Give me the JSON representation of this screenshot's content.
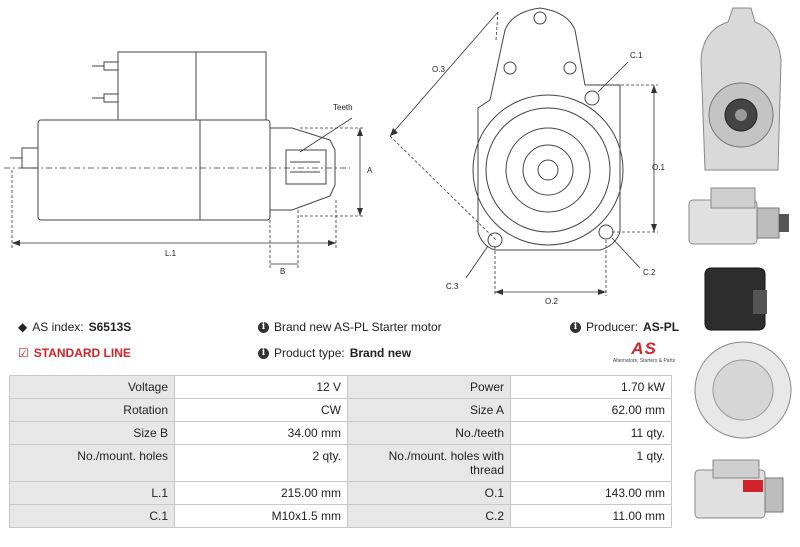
{
  "drawing": {
    "labels": {
      "teeth": "Teeth",
      "a": "A",
      "b": "B",
      "l1": "L.1",
      "o3": "O.3",
      "c1": "C.1",
      "o1": "O.1",
      "o2": "O.2",
      "c2": "C.2",
      "c3": "C.3"
    }
  },
  "info": {
    "index_label": "AS index:",
    "index_value": "S6513S",
    "standard_line": "STANDARD LINE",
    "description": "Brand new AS-PL Starter motor",
    "product_type_label": "Product type:",
    "product_type_value": "Brand new",
    "producer_label": "Producer:",
    "producer_value": "AS-PL",
    "logo_text": "AS",
    "logo_tagline": "Alternators, Starters & Parts"
  },
  "specs": [
    {
      "l1": "Voltage",
      "v1": "12 V",
      "l2": "Power",
      "v2": "1.70 kW"
    },
    {
      "l1": "Rotation",
      "v1": "CW",
      "l2": "Size A",
      "v2": "62.00 mm"
    },
    {
      "l1": "Size B",
      "v1": "34.00 mm",
      "l2": "No./teeth",
      "v2": "11 qty."
    },
    {
      "l1": "No./mount. holes",
      "v1": "2 qty.",
      "l2": "No./mount. holes with thread",
      "v2": "1 qty."
    },
    {
      "l1": "L.1",
      "v1": "215.00 mm",
      "l2": "O.1",
      "v2": "143.00 mm"
    },
    {
      "l1": "C.1",
      "v1": "M10x1.5 mm",
      "l2": "C.2",
      "v2": "11.00 mm"
    }
  ],
  "colors": {
    "accent": "#d2232a",
    "label_bg": "#e7e7e7",
    "border": "#c8c8c8"
  }
}
